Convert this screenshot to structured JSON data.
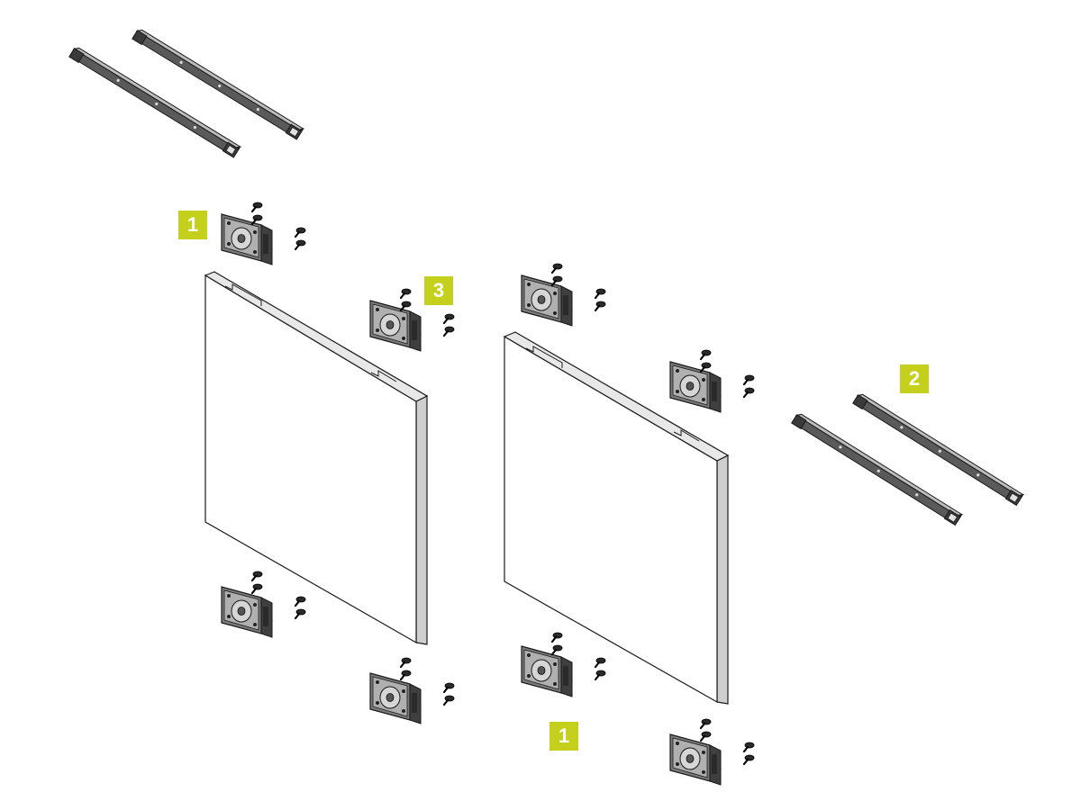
{
  "colors": {
    "callout_bg": "#c5d01c",
    "callout_text": "#ffffff",
    "outline": "#1a1a1a",
    "panel_face": "#ffffff",
    "panel_edge": "#cfcfcf",
    "part_dark": "#4a4a4a",
    "part_mid": "#8c8c8c",
    "part_light": "#c8c8c8"
  },
  "callouts": [
    {
      "id": "roller-top-left",
      "label": "1"
    },
    {
      "id": "roller-top-center",
      "label": "3"
    },
    {
      "id": "track-pair-right",
      "label": "2"
    },
    {
      "id": "roller-bottom-center",
      "label": "1"
    }
  ],
  "parts": {
    "panels": 2,
    "rails": 4,
    "roller_brackets": 8,
    "icons": [
      "panel",
      "rail",
      "roller-bracket",
      "screw"
    ]
  }
}
